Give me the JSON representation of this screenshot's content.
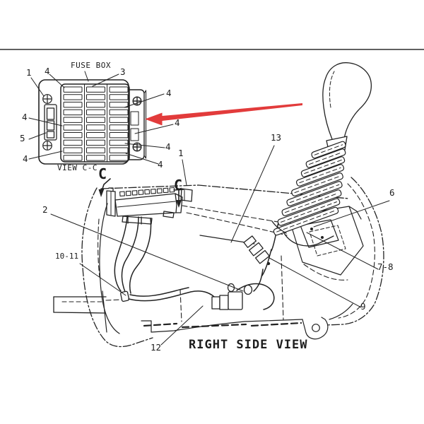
{
  "inset_view": {
    "title": "FUSE BOX",
    "caption": "VIEW C-C",
    "callouts": [
      "1",
      "4",
      "3",
      "4",
      "4",
      "4",
      "5",
      "4",
      "4",
      "4"
    ]
  },
  "main_view": {
    "caption": "RIGHT SIDE VIEW",
    "section_marks": [
      "C",
      "C"
    ],
    "callouts": [
      "1",
      "13",
      "2",
      "10-11",
      "12",
      "9",
      "7-8",
      "6"
    ]
  },
  "colors": {
    "line": "#222222",
    "red_arrow": "#e23b3b"
  }
}
